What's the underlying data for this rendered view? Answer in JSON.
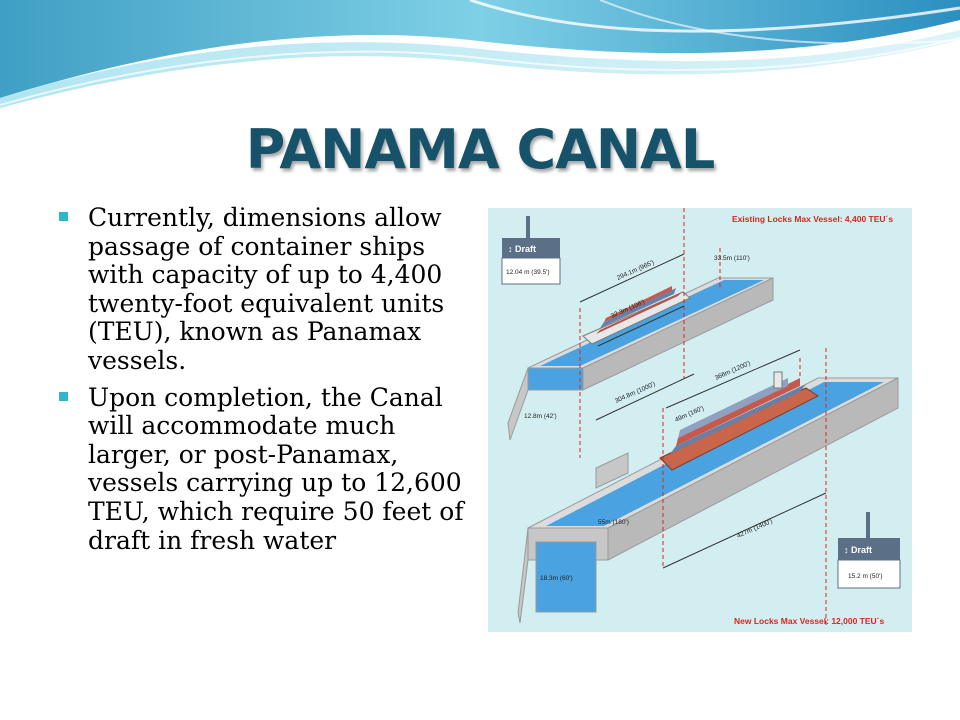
{
  "slide": {
    "title": "PANAMA CANAL",
    "bullets": [
      "Currently,  dimensions allow passage of container ships with capacity of up to 4,400 twenty-foot equivalent units (TEU), known as Panamax vessels.",
      "Upon completion, the Canal will accommodate much larger, or post-Panamax, vessels carrying up to 12,600 TEU, which require 50 feet of draft in fresh water"
    ]
  },
  "diagram": {
    "existing_label": "Existing Locks Max Vessel: 4,400 TEU´s",
    "new_label": "New Locks Max Vessel: 12,000 TEU´s",
    "draft_word": "Draft",
    "existing_draft": "12.04 m (39.5')",
    "new_draft": "15.2 m (50')",
    "dims": {
      "existing_length": "294.1m (965')",
      "existing_width": "33.5m (110')",
      "existing_beam": "32.3m (106')",
      "existing_lock_length": "304.8m (1000')",
      "existing_depth": "12.8m (42')",
      "new_ship_length": "366m (1200')",
      "new_beam": "49m (160')",
      "new_width": "55m (180')",
      "new_lock_length": "427m (1400')",
      "new_depth": "18.3m (60')"
    }
  },
  "colors": {
    "title": "#17526b",
    "bullet": "#2fb6c8",
    "lock_red": "#d8261f",
    "water": "#4aa3e0"
  }
}
